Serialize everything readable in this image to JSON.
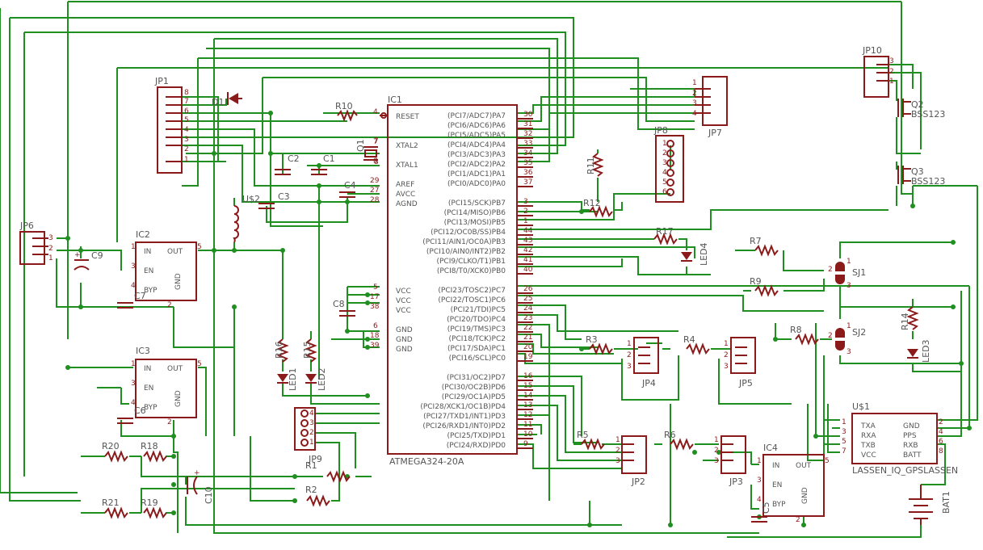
{
  "colors": {
    "wire": "#1f8f1f",
    "part": "#8b1a1a",
    "text": "#555555",
    "background": "#ffffff"
  },
  "ic1": {
    "ref": "IC1",
    "value": "ATMEGA324-20A",
    "left_pins": [
      {
        "name": "RESET",
        "num": "4"
      },
      {
        "name": "XTAL2",
        "num": "7"
      },
      {
        "name": "XTAL1",
        "num": "8"
      },
      {
        "name": "AREF",
        "num": "29"
      },
      {
        "name": "AVCC",
        "num": "27"
      },
      {
        "name": "AGND",
        "num": "28"
      },
      {
        "name": "VCC",
        "num": "5"
      },
      {
        "name": "VCC",
        "num": "17"
      },
      {
        "name": "VCC",
        "num": "38"
      },
      {
        "name": "GND",
        "num": "6"
      },
      {
        "name": "GND",
        "num": "18"
      },
      {
        "name": "GND",
        "num": "39"
      }
    ],
    "right_pins": [
      {
        "name": "(PCI7/ADC7)PA7",
        "num": "30"
      },
      {
        "name": "(PCI6/ADC6)PA6",
        "num": "31"
      },
      {
        "name": "(PCI5/ADC5)PA5",
        "num": "32"
      },
      {
        "name": "(PCI4/ADC4)PA4",
        "num": "33"
      },
      {
        "name": "(PCI3/ADC3)PA3",
        "num": "34"
      },
      {
        "name": "(PCI2/ADC2)PA2",
        "num": "35"
      },
      {
        "name": "(PCI1/ADC1)PA1",
        "num": "36"
      },
      {
        "name": "(PCI0/ADC0)PA0",
        "num": "37"
      },
      {
        "name": "(PCI15/SCK)PB7",
        "num": "3"
      },
      {
        "name": "(PCI14/MISO)PB6",
        "num": "2"
      },
      {
        "name": "(PCI13/MOSI)PB5",
        "num": "1"
      },
      {
        "name": "(PCI12/OC0B/SS)PB4",
        "num": "44"
      },
      {
        "name": "(PCI11/AIN1/OC0A)PB3",
        "num": "43"
      },
      {
        "name": "(PCI10/AIN0/INT2)PB2",
        "num": "42"
      },
      {
        "name": "(PCI9/CLKO/T1)PB1",
        "num": "41"
      },
      {
        "name": "(PCI8/T0/XCK0)PB0",
        "num": "40"
      },
      {
        "name": "(PCI23/TOSC2)PC7",
        "num": "26"
      },
      {
        "name": "(PCI22/TOSC1)PC6",
        "num": "25"
      },
      {
        "name": "(PCI21/TDI)PC5",
        "num": "24"
      },
      {
        "name": "(PCI20/TDO)PC4",
        "num": "23"
      },
      {
        "name": "(PCI19/TMS)PC3",
        "num": "22"
      },
      {
        "name": "(PCI18/TCK)PC2",
        "num": "21"
      },
      {
        "name": "(PCI17/SDA)PC1",
        "num": "20"
      },
      {
        "name": "(PCI16/SCL)PC0",
        "num": "19"
      },
      {
        "name": "(PCI31/OC2)PD7",
        "num": "16"
      },
      {
        "name": "(PCI30/OC2B)PD6",
        "num": "15"
      },
      {
        "name": "(PCI29/OC1A)PD5",
        "num": "14"
      },
      {
        "name": "(PCI28/XCK1/OC1B)PD4",
        "num": "13"
      },
      {
        "name": "(PCI27/TXD1/INT1)PD3",
        "num": "12"
      },
      {
        "name": "(PCI26/RXD1/INT0)PD2",
        "num": "11"
      },
      {
        "name": "(PCI25/TXD)PD1",
        "num": "10"
      },
      {
        "name": "(PCI24/RXD)PD0",
        "num": "9"
      }
    ]
  },
  "regulators": [
    {
      "ref": "IC2",
      "in": "IN",
      "en": "EN",
      "byp": "BYP",
      "out": "OUT",
      "gnd": "GND",
      "pin_in": "1",
      "pin_en": "3",
      "pin_byp": "4",
      "pin_out": "5",
      "pin_gnd": "2"
    },
    {
      "ref": "IC3",
      "in": "IN",
      "en": "EN",
      "byp": "BYP",
      "out": "OUT",
      "gnd": "GND",
      "pin_in": "1",
      "pin_en": "3",
      "pin_byp": "4",
      "pin_out": "5",
      "pin_gnd": "2"
    },
    {
      "ref": "IC4",
      "in": "IN",
      "en": "EN",
      "byp": "BYP",
      "out": "OUT",
      "gnd": "GND",
      "pin_in": "1",
      "pin_en": "3",
      "pin_byp": "4",
      "pin_out": "5",
      "pin_gnd": "2"
    }
  ],
  "gps": {
    "ref": "U$1",
    "value": "LASSEN_IQ_GPSLASSEN",
    "left": [
      {
        "name": "TXA",
        "num": "1"
      },
      {
        "name": "RXA",
        "num": "3"
      },
      {
        "name": "TXB",
        "num": "5"
      },
      {
        "name": "VCC",
        "num": "7"
      }
    ],
    "right": [
      {
        "name": "GND",
        "num": "2"
      },
      {
        "name": "PPS",
        "num": "4"
      },
      {
        "name": "RXB",
        "num": "6"
      },
      {
        "name": "BATT",
        "num": "8"
      }
    ]
  },
  "labels": {
    "jp1": "JP1",
    "jp2": "JP2",
    "jp3": "JP3",
    "jp4": "JP4",
    "jp5": "JP5",
    "jp6": "JP6",
    "jp7": "JP7",
    "jp8": "JP8",
    "jp9": "JP9",
    "jp10": "JP10",
    "r1": "R1",
    "r2": "R2",
    "r3": "R3",
    "r4": "R4",
    "r5": "R5",
    "r6": "R6",
    "r7": "R7",
    "r8": "R8",
    "r9": "R9",
    "r10": "R10",
    "r11": "R11",
    "r12": "R12",
    "r14": "R14",
    "r15": "R15",
    "r16": "R16",
    "r17": "R17",
    "r18": "R18",
    "r19": "R19",
    "r20": "R20",
    "r21": "R21",
    "c1": "C1",
    "c2": "C2",
    "c3": "C3",
    "c4": "C4",
    "c5": "C5",
    "c6": "C6",
    "c7": "C7",
    "c8": "C8",
    "c9": "C9",
    "c10": "C10",
    "d1": "D1",
    "q1": "Q1",
    "q2": "Q2",
    "q3": "Q3",
    "bss123a": "BSS123",
    "bss123b": "BSS123",
    "led1": "LED1",
    "led2": "LED2",
    "led3": "LED3",
    "led4": "LED4",
    "sj1": "SJ1",
    "sj2": "SJ2",
    "u2": "U$2",
    "bat1": "BAT1"
  }
}
